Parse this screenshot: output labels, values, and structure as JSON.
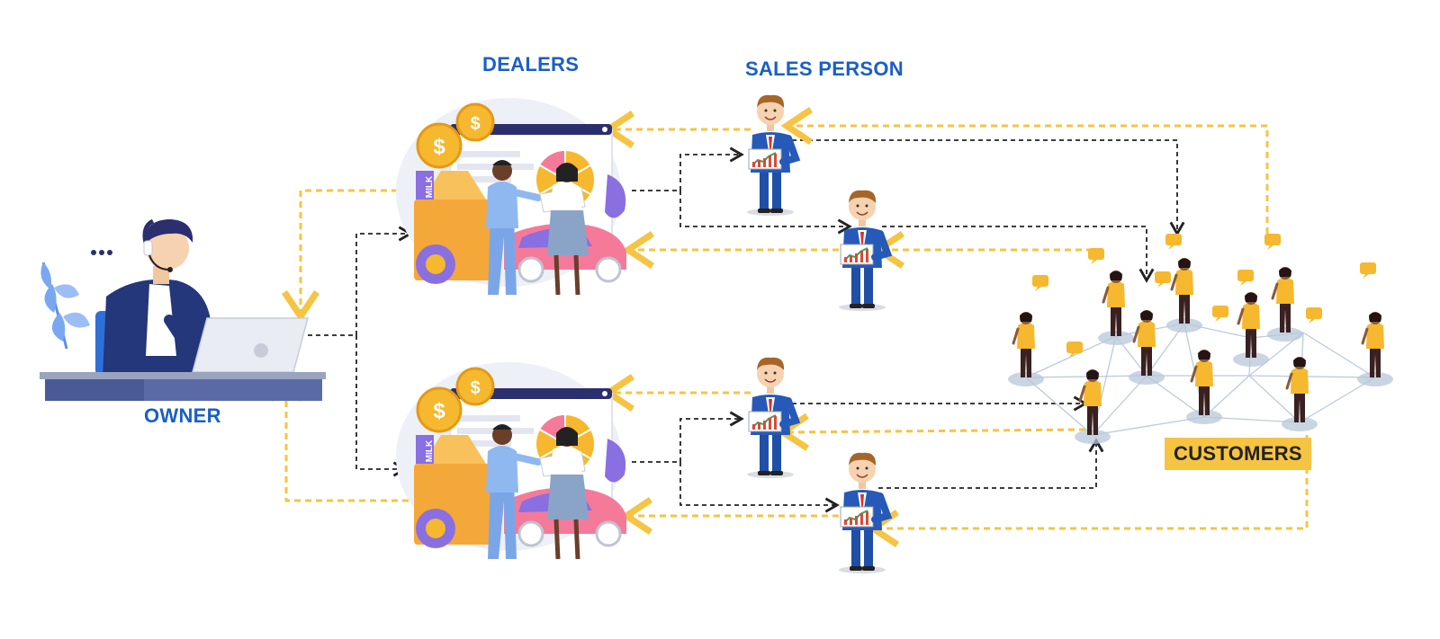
{
  "labels": {
    "owner": "OWNER",
    "dealers": "DEALERS",
    "sales_person": "SALES PERSON",
    "customers": "CUSTOMERS"
  },
  "icons": {
    "owner": "headset-laptop-person-icon",
    "dealer": "dealer-handshake-car-icon",
    "sales_person": "salesman-chart-icon",
    "customer": "customer-person-icon",
    "chat": "speech-bubble-icon"
  },
  "colors": {
    "label_blue": "#1a5fc8",
    "flow_yellow": "#f6c443",
    "flow_black": "#222222",
    "customers_badge": "#f6c443",
    "suit_blue": "#1f4fa6",
    "car_pink": "#f57a9a",
    "coin_gold": "#f5b82e"
  },
  "flows": {
    "black_dashed": "forward",
    "yellow_dashed": "return"
  }
}
